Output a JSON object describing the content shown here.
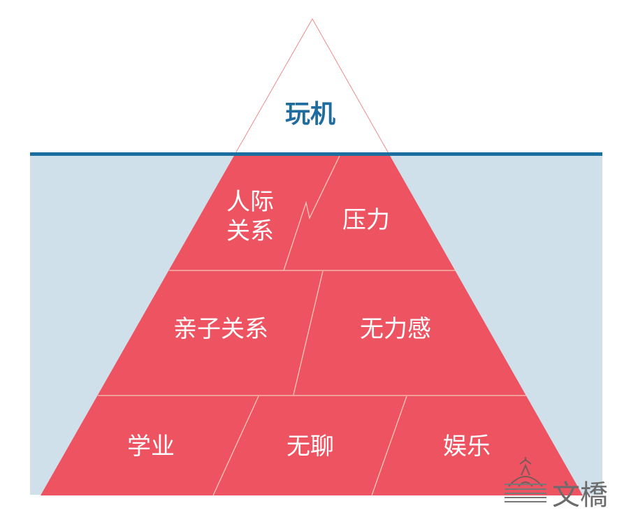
{
  "top_label": "玩机",
  "levels": [
    {
      "labels": [
        "人际",
        "关系",
        "压力"
      ]
    },
    {
      "labels": [
        "亲子关系",
        "无力感"
      ]
    },
    {
      "labels": [
        "学业",
        "无聊",
        "娱乐"
      ]
    }
  ],
  "logo_text": "文橋",
  "colors": {
    "water": "#cfe0eb",
    "waterline": "#1a6ea0",
    "pyramid": "#ee5361",
    "top_text": "#1f6c9e"
  }
}
